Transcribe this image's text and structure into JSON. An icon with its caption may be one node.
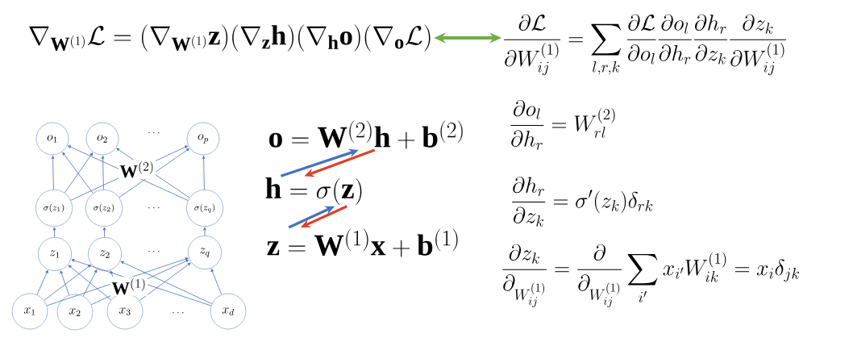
{
  "diagram": {
    "nodes": [
      {
        "text": [
          "\\nabla_{\\mathbf{W}^{(1)}}\\mathcal{L} = (\\nabla_{\\mathbf{W}^{(1)}}\\mathbf{z})(\\nabla_{\\mathbf{z}}\\mathbf{h})(\\nabla_{\\mathbf{h}}\\mathbf{o})(\\nabla_{\\mathbf{o}}\\mathcal{L})"
        ]
      },
      {
        "text": [
          "\\frac{\\partial \\mathcal{L}}{\\partial W^{(1)}_{ij}} = \\sum_{l,r,k} \\frac{\\partial \\mathcal{L}}{\\partial o_l}\\frac{\\partial o_l}{\\partial h_r}\\frac{\\partial h_r}{\\partial z_k}\\frac{\\partial z_k}{\\partial W^{(1)}_{ij}}"
        ]
      },
      {
        "text": [
          "o_1"
        ]
      },
      {
        "text": [
          "o_2"
        ]
      },
      {
        "text": [
          "o_p"
        ]
      },
      {
        "text": [
          "\\sigma(z_1)"
        ]
      },
      {
        "text": [
          "\\sigma(z_2)"
        ]
      },
      {
        "text": [
          "\\sigma(z_q)"
        ]
      },
      {
        "text": [
          "z_1"
        ]
      },
      {
        "text": [
          "z_2"
        ]
      },
      {
        "text": [
          "z_q"
        ]
      },
      {
        "text": [
          "x_1"
        ]
      },
      {
        "text": [
          "x_2"
        ]
      },
      {
        "text": [
          "x_3"
        ]
      },
      {
        "text": [
          "x_d"
        ]
      },
      {
        "text": [
          "\\mathbf{o} = \\mathbf{W}^{(2)}\\mathbf{h} + \\mathbf{b}^{(2)}"
        ]
      },
      {
        "text": [
          "\\mathbf{h} = \\sigma(\\mathbf{z})"
        ]
      },
      {
        "text": [
          "\\mathbf{z} = \\mathbf{W}^{(1)}\\mathbf{x} + \\mathbf{b}^{(1)}"
        ]
      }
    ],
    "edges": [
      {
        "from": 0,
        "to": 1,
        "arrow": "both",
        "style": "thick",
        "color": "#70ad47"
      },
      {
        "from": 5,
        "to": 2,
        "arrow": "to"
      },
      {
        "from": 5,
        "to": 3,
        "arrow": "to"
      },
      {
        "from": 5,
        "to": 4,
        "arrow": "to"
      },
      {
        "from": 6,
        "to": 2,
        "arrow": "to"
      },
      {
        "from": 6,
        "to": 3,
        "arrow": "to"
      },
      {
        "from": 6,
        "to": 4,
        "arrow": "to"
      },
      {
        "from": 7,
        "to": 2,
        "arrow": "to"
      },
      {
        "from": 7,
        "to": 3,
        "arrow": "to"
      },
      {
        "from": 7,
        "to": 4,
        "arrow": "to"
      },
      {
        "from": 8,
        "to": 5,
        "arrow": "to"
      },
      {
        "from": 9,
        "to": 6,
        "arrow": "to"
      },
      {
        "from": 10,
        "to": 7,
        "arrow": "to"
      },
      {
        "from": 11,
        "to": 8,
        "arrow": "to"
      },
      {
        "from": 11,
        "to": 9,
        "arrow": "to"
      },
      {
        "from": 11,
        "to": 10,
        "arrow": "to"
      },
      {
        "from": 12,
        "to": 8,
        "arrow": "to"
      },
      {
        "from": 12,
        "to": 9,
        "arrow": "to"
      },
      {
        "from": 12,
        "to": 10,
        "arrow": "to"
      },
      {
        "from": 13,
        "to": 8,
        "arrow": "to"
      },
      {
        "from": 13,
        "to": 9,
        "arrow": "to"
      },
      {
        "from": 13,
        "to": 10,
        "arrow": "to"
      },
      {
        "from": 14,
        "to": 8,
        "arrow": "to"
      },
      {
        "from": 14,
        "to": 9,
        "arrow": "to"
      },
      {
        "from": 14,
        "to": 10,
        "arrow": "to"
      },
      {
        "from": 16,
        "to": 15,
        "arrow": "to",
        "style": "thick"
      },
      {
        "from": 15,
        "to": 16,
        "arrow": "to",
        "style": "thick",
        "color": "#e0402a"
      },
      {
        "from": 17,
        "to": 16,
        "arrow": "to",
        "style": "thick"
      },
      {
        "from": 16,
        "to": 17,
        "arrow": "to",
        "style": "thick",
        "color": "#e0402a"
      }
    ],
    "labels": [
      "\\cdots",
      "\\cdots",
      "\\cdots",
      "\\cdots",
      "\\mathbf{W}^{(2)}",
      "\\mathbf{W}^{(1)}",
      "\\frac{\\partial o_l}{\\partial h_r} = W^{(2)}_{rl}",
      "\\frac{\\partial h_r}{\\partial z_k} = \\sigma'(z_k)\\delta_{rk}",
      "\\frac{\\partial z_k}{\\partial_{W^{(1)}_{ij}}} = \\frac{\\partial}{\\partial_{W^{(1)}_{ij}}}\\sum_{i'} x_{i'}W^{(1)}_{ik} = x_i\\delta_{jk}"
    ]
  }
}
